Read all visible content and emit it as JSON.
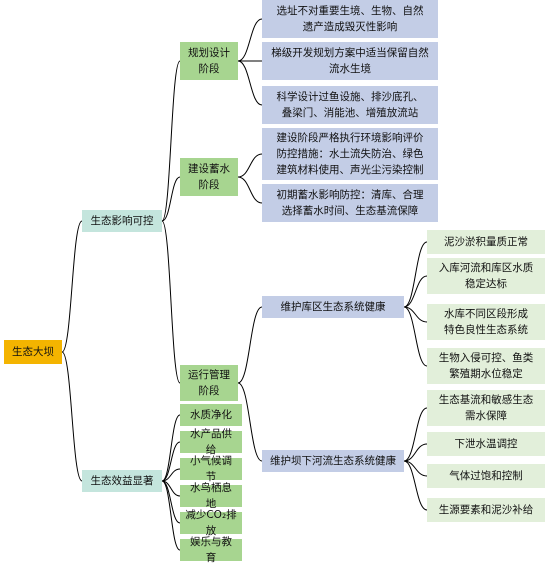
{
  "root": "生态大坝",
  "impact": {
    "label": "生态影响可控",
    "stages": [
      {
        "label": [
          "规划设计",
          "阶段"
        ],
        "items": [
          [
            "选址不对重要生境、生物、自然",
            "遗产造成毁灭性影响"
          ],
          [
            "梯级开发规划方案中适当保留自然",
            "流水生境"
          ],
          [
            "科学设计过鱼设施、排沙底孔、",
            "叠梁门、消能池、增殖放流站"
          ]
        ]
      },
      {
        "label": [
          "建设蓄水",
          "阶段"
        ],
        "items": [
          [
            "建设阶段严格执行环境影响评价",
            "防控措施：水土流失防治、绿色",
            "建筑材料使用、声光尘污染控制"
          ],
          [
            "初期蓄水影响防控：清库、合理",
            "选择蓄水时间、生态基流保障"
          ]
        ]
      },
      {
        "label": [
          "运行管理",
          "阶段"
        ],
        "subs": [
          {
            "label": "维护库区生态系统健康",
            "items": [
              [
                "泥沙淤积量质正常"
              ],
              [
                "入库河流和库区水质",
                "稳定达标"
              ],
              [
                "水库不同区段形成",
                "特色良性生态系统"
              ],
              [
                "生物入侵可控、鱼类",
                "繁殖期水位稳定"
              ]
            ]
          },
          {
            "label": "维护坝下河流生态系统健康",
            "items": [
              [
                "生态基流和敏感生态",
                "需水保障"
              ],
              [
                "下泄水温调控"
              ],
              [
                "气体过饱和控制"
              ],
              [
                "生源要素和泥沙补给"
              ]
            ]
          }
        ]
      }
    ]
  },
  "benefit": {
    "label": "生态效益显著",
    "items": [
      "水质净化",
      "水产品供给",
      "小气候调节",
      "水鸟栖息地",
      "减少CO₂排放",
      "娱乐与教育"
    ]
  }
}
